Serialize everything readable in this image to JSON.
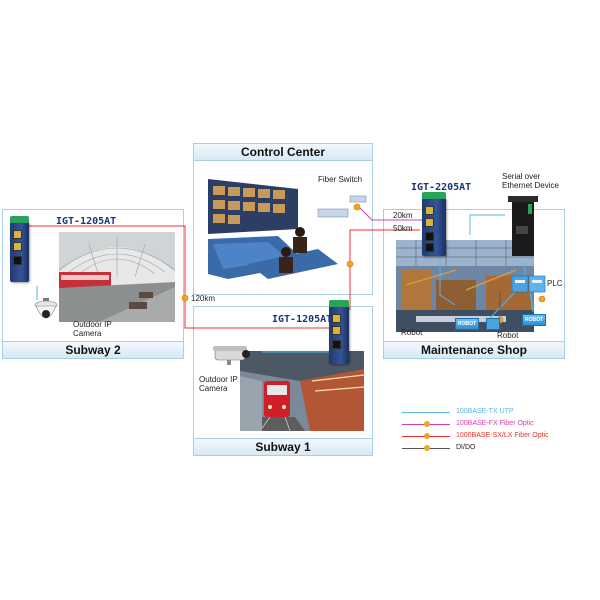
{
  "panels": {
    "control_center": "Control Center",
    "subway2": "Subway 2",
    "subway1": "Subway 1",
    "maintenance": "Maintenance Shop"
  },
  "devices": {
    "switch_subway2": "IGT-1205AT",
    "switch_subway1": "IGT-1205AT",
    "switch_maint": "IGT-2205AT",
    "fiber_switch": "Fiber Switch",
    "serial_device": "Serial over Ethernet Device",
    "plc": "PLC",
    "robot1": "Robot",
    "robot2": "Robot",
    "robot_tag": "ROBOT",
    "camera_subway2": "Outdoor IP Camera",
    "camera_subway1": "Outdoor IP Camera"
  },
  "distances": {
    "d120": "120km",
    "d20": "20km",
    "d50": "50km"
  },
  "legend": [
    {
      "label": "100BASE-TX UTP",
      "color": "#5ab4e5"
    },
    {
      "label": "100BASE-FX Fiber Optic",
      "color": "#d33fb0"
    },
    {
      "label": "1000BASE-SX/LX Fiber Optic",
      "color": "#e8332c"
    },
    {
      "label": "DI/DO",
      "color": "#555555"
    }
  ]
}
